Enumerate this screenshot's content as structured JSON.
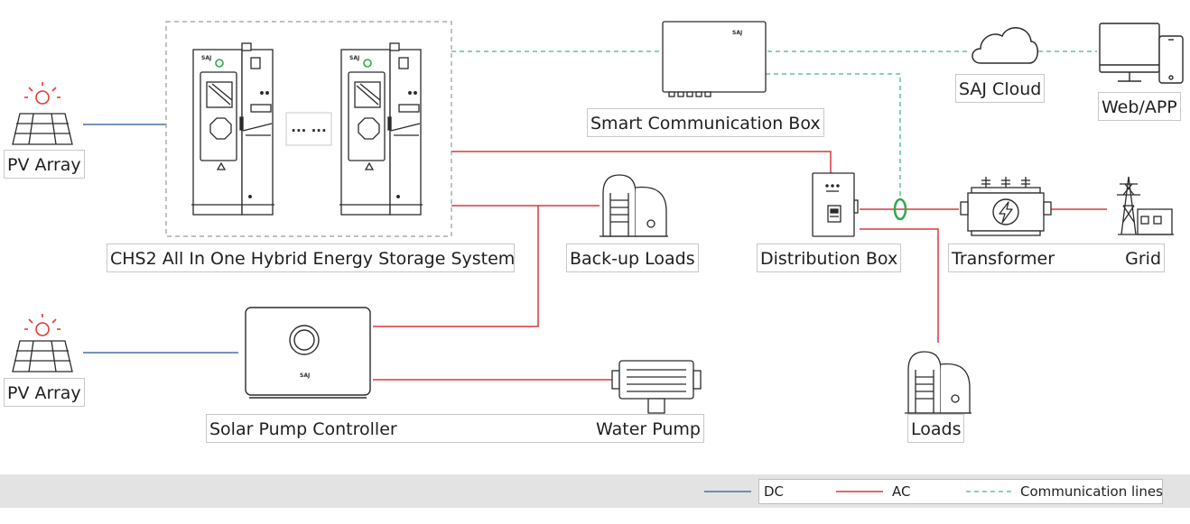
{
  "labels": {
    "pv_array_top": "PV Array",
    "pv_array_bottom": "PV Array",
    "storage_system": "CHS2 All In One Hybrid Energy Storage System",
    "backup_loads": "Back-up Loads",
    "smart_comm_box": "Smart Communication Box",
    "saj_cloud": "SAJ Cloud",
    "web_app": "Web/APP",
    "distribution_box": "Distribution Box",
    "transformer": "Transformer",
    "grid": "Grid",
    "solar_pump_controller": "Solar Pump Controller",
    "water_pump": "Water Pump",
    "loads": "Loads",
    "cabinet_ellipsis": "··· ···"
  },
  "brand_mark": "SAJ",
  "legend": {
    "dc": "DC",
    "ac": "AC",
    "comm": "Communication lines"
  },
  "colors": {
    "dc_line": "#4a6fa5",
    "ac_line": "#d9383f",
    "comm_line": "#45b68a",
    "sun_red": "#e03b3b",
    "ring_green": "#2fa84f",
    "device_stroke": "#2b2b2b"
  },
  "icons": [
    "sun-icon",
    "solar-panel-icon",
    "cloud-icon",
    "monitor-icon",
    "phone-icon",
    "lightning-icon",
    "power-tower-icon",
    "house-icon"
  ]
}
